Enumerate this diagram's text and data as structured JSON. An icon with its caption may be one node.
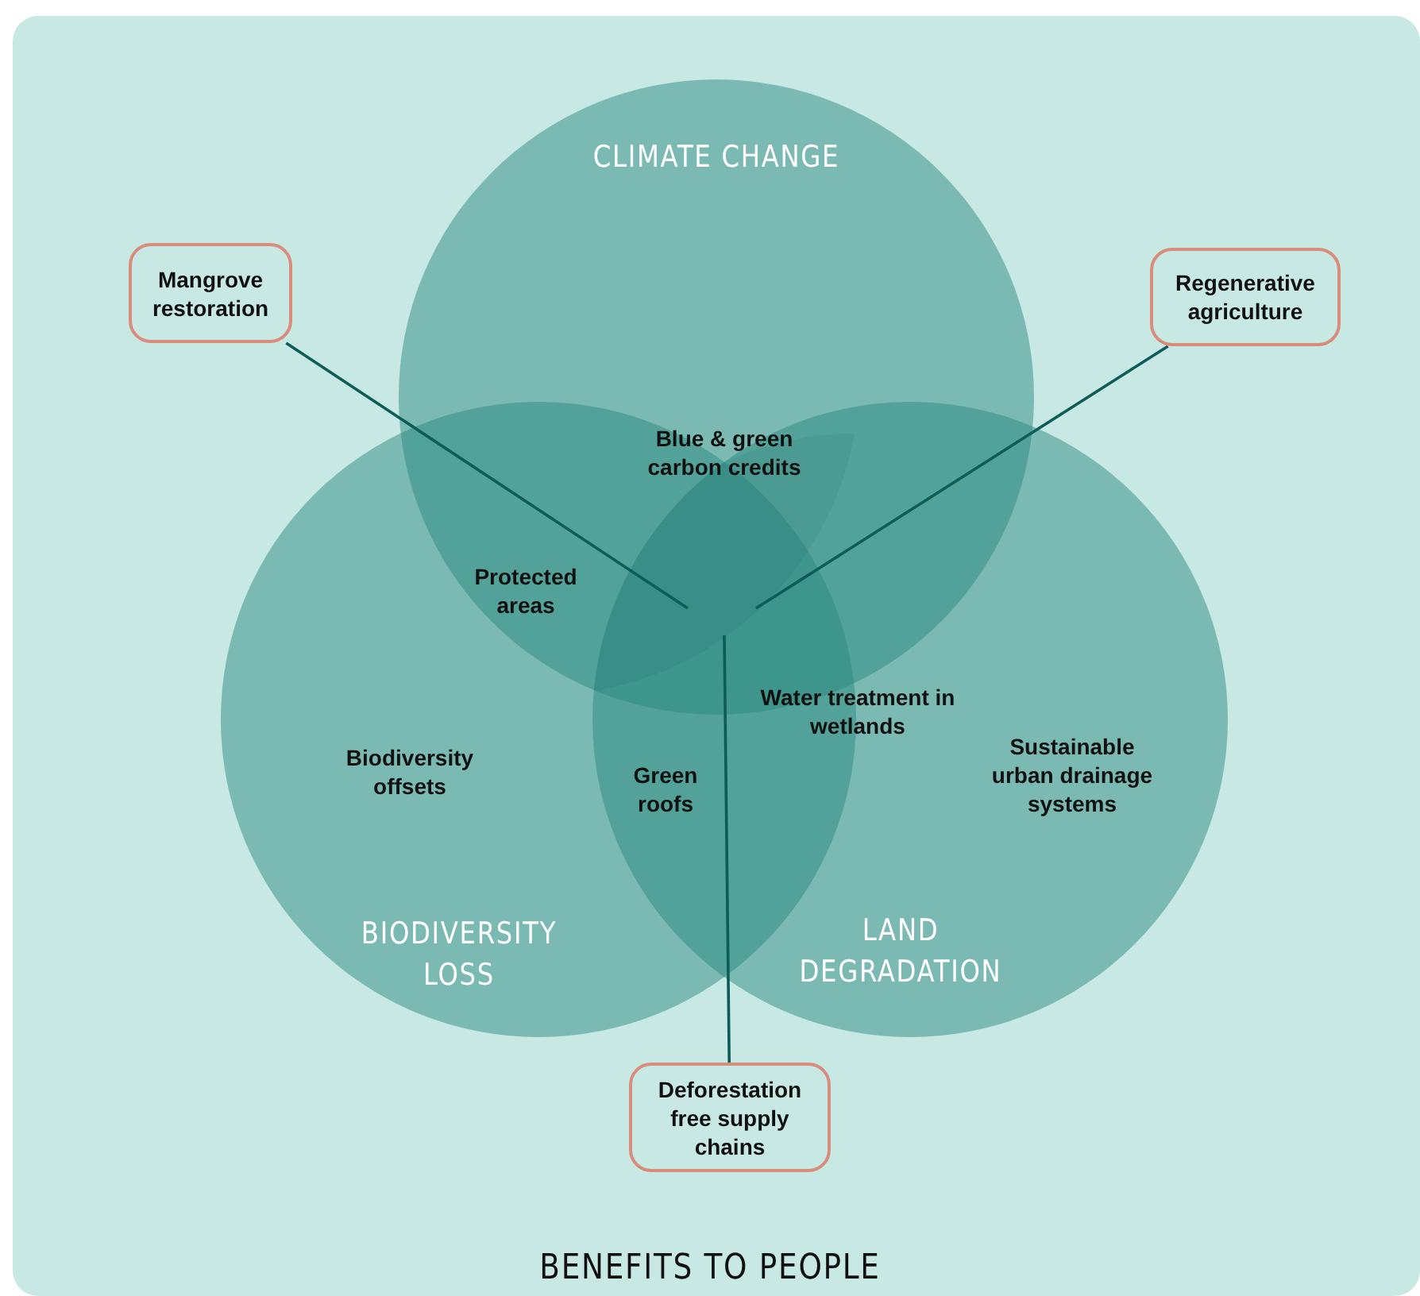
{
  "diagram": {
    "caption": "BENEFITS TO PEOPLE",
    "nodes": [
      {
        "text": [
          "CLIMATE CHANGE"
        ]
      },
      {
        "text": [
          "BIODIVERSITY LOSS"
        ]
      },
      {
        "text": [
          "LAND DEGRADATION"
        ]
      },
      {
        "text": [
          "Mangrove restoration"
        ]
      },
      {
        "text": [
          "Regenerative agriculture"
        ]
      },
      {
        "text": [
          "Deforestation free supply chains"
        ]
      },
      {
        "text": [],
        "shape": "triangle"
      }
    ],
    "edges": [
      {
        "from": 3,
        "to": 6,
        "arrow": "none"
      },
      {
        "from": 4,
        "to": 6,
        "arrow": "none"
      },
      {
        "from": 5,
        "to": 6,
        "arrow": "none"
      }
    ],
    "labels": [
      "Blue & green carbon credits",
      "Protected areas",
      "Water treatment in wetlands",
      "Sustainable urban drainage systems",
      "Biodiversity offsets",
      "Green roofs"
    ]
  }
}
